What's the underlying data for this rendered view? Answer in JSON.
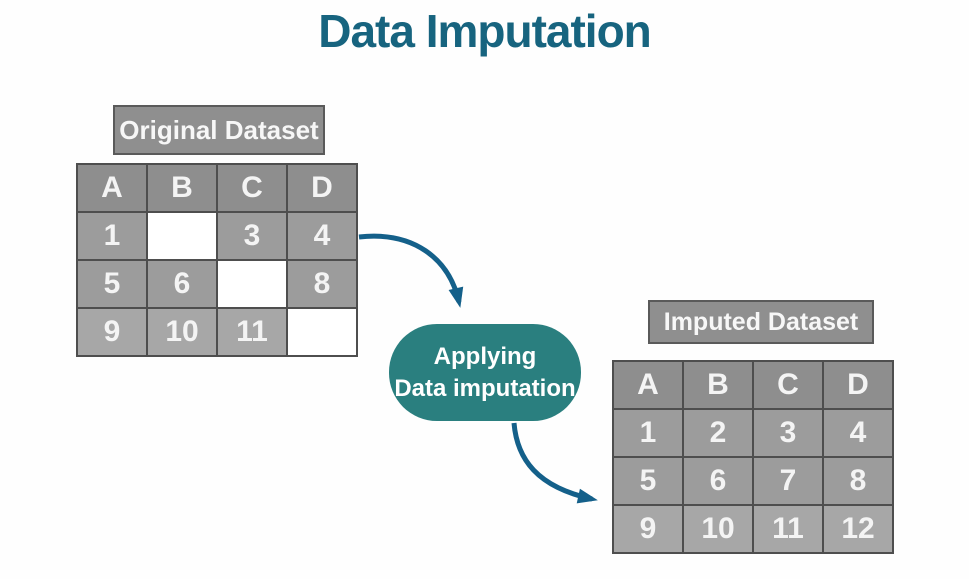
{
  "title": "Data Imputation",
  "original": {
    "label": "Original Dataset",
    "columns": [
      "A",
      "B",
      "C",
      "D"
    ],
    "rows": [
      [
        "1",
        "",
        "3",
        "4"
      ],
      [
        "5",
        "6",
        "",
        "8"
      ],
      [
        "9",
        "10",
        "11",
        ""
      ]
    ]
  },
  "process": {
    "line1": "Applying",
    "line2": "Data imputation"
  },
  "imputed": {
    "label": "Imputed Dataset",
    "columns": [
      "A",
      "B",
      "C",
      "D"
    ],
    "rows": [
      [
        "1",
        "2",
        "3",
        "4"
      ],
      [
        "5",
        "6",
        "7",
        "8"
      ],
      [
        "9",
        "10",
        "11",
        "12"
      ]
    ]
  },
  "colors": {
    "accent_blue": "#17647f",
    "accent_teal": "#2a7f7f",
    "arrow": "#14608a",
    "header_gray": "#8e8e8e",
    "cell_gray": "#9c9c9c",
    "light_gray": "#a7a7a7",
    "label_gray": "#8f8f8f",
    "border_gray": "#4e4e4e",
    "border_dark": "#5a5a5a",
    "bg": "#fefefe"
  }
}
